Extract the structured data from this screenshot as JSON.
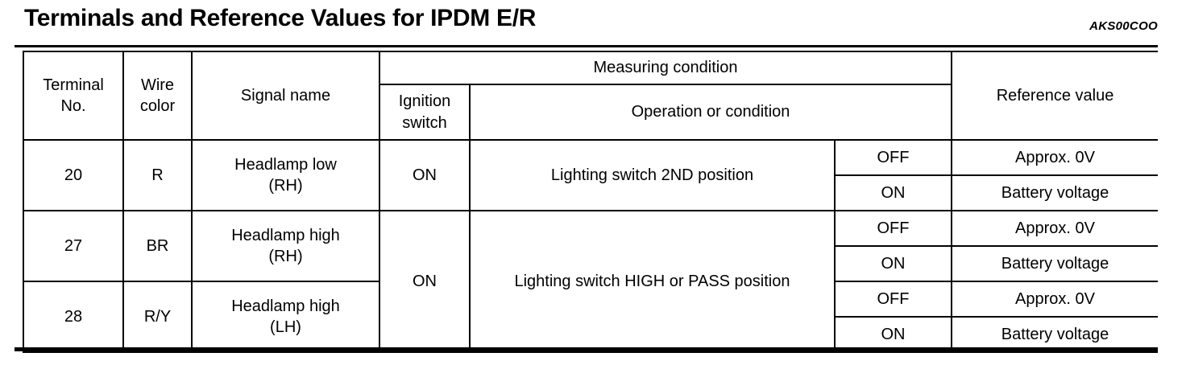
{
  "page": {
    "title": "Terminals and Reference Values for IPDM E/R",
    "doc_code": "AKS00COO"
  },
  "table": {
    "headers": {
      "terminal_no": "Terminal\nNo.",
      "wire_color": "Wire\ncolor",
      "signal_name": "Signal name",
      "measuring_condition": "Measuring condition",
      "ignition_switch": "Ignition\nswitch",
      "operation_or_condition": "Operation or condition",
      "reference_value": "Reference value"
    },
    "groups": [
      {
        "ignition": "ON",
        "operation": "Lighting switch 2ND position",
        "terminals": [
          {
            "no": "20",
            "wire": "R",
            "signal": "Headlamp low\n(RH)",
            "conditions": [
              {
                "state": "OFF",
                "value": "Approx. 0V"
              },
              {
                "state": "ON",
                "value": "Battery voltage"
              }
            ]
          }
        ]
      },
      {
        "ignition": "ON",
        "operation": "Lighting switch HIGH or PASS position",
        "terminals": [
          {
            "no": "27",
            "wire": "BR",
            "signal": "Headlamp high\n(RH)",
            "conditions": [
              {
                "state": "OFF",
                "value": "Approx. 0V"
              },
              {
                "state": "ON",
                "value": "Battery voltage"
              }
            ]
          },
          {
            "no": "28",
            "wire": "R/Y",
            "signal": "Headlamp high\n(LH)",
            "conditions": [
              {
                "state": "OFF",
                "value": "Approx. 0V"
              },
              {
                "state": "ON",
                "value": "Battery voltage"
              }
            ]
          }
        ]
      }
    ]
  }
}
